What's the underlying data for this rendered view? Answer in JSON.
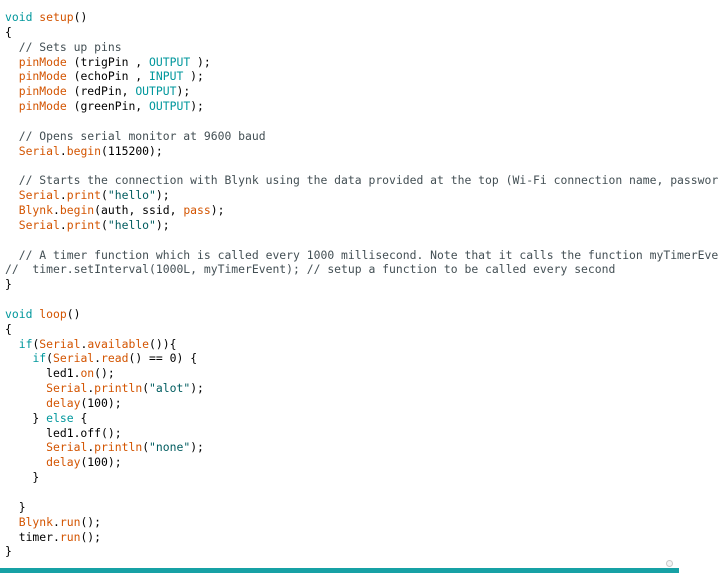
{
  "colors": {
    "keyword": "#00979C",
    "function": "#D35400",
    "constant": "#00979C",
    "string": "#005C5F",
    "comment": "#434F54",
    "plain": "#000000",
    "status_bar": "#17A1A5"
  },
  "code_lines": [
    [
      [
        "keyword",
        "void"
      ],
      [
        "plain",
        " "
      ],
      [
        "function",
        "setup"
      ],
      [
        "plain",
        "()"
      ]
    ],
    [
      [
        "plain",
        "{"
      ]
    ],
    [
      [
        "comment",
        "  // Sets up pins"
      ]
    ],
    [
      [
        "plain",
        "  "
      ],
      [
        "function",
        "pinMode"
      ],
      [
        "plain",
        " (trigPin , "
      ],
      [
        "constant",
        "OUTPUT"
      ],
      [
        "plain",
        " );"
      ]
    ],
    [
      [
        "plain",
        "  "
      ],
      [
        "function",
        "pinMode"
      ],
      [
        "plain",
        " (echoPin , "
      ],
      [
        "constant",
        "INPUT"
      ],
      [
        "plain",
        " );"
      ]
    ],
    [
      [
        "plain",
        "  "
      ],
      [
        "function",
        "pinMode"
      ],
      [
        "plain",
        " (redPin, "
      ],
      [
        "constant",
        "OUTPUT"
      ],
      [
        "plain",
        ");"
      ]
    ],
    [
      [
        "plain",
        "  "
      ],
      [
        "function",
        "pinMode"
      ],
      [
        "plain",
        " (greenPin, "
      ],
      [
        "constant",
        "OUTPUT"
      ],
      [
        "plain",
        ");"
      ]
    ],
    [],
    [
      [
        "comment",
        "  // Opens serial monitor at 9600 baud"
      ]
    ],
    [
      [
        "plain",
        "  "
      ],
      [
        "function",
        "Serial"
      ],
      [
        "plain",
        "."
      ],
      [
        "function",
        "begin"
      ],
      [
        "plain",
        "(115200);"
      ]
    ],
    [],
    [
      [
        "comment",
        "  // Starts the connection with Blynk using the data provided at the top (Wi-Fi connection name, passwor"
      ]
    ],
    [
      [
        "plain",
        "  "
      ],
      [
        "function",
        "Serial"
      ],
      [
        "plain",
        "."
      ],
      [
        "function",
        "print"
      ],
      [
        "plain",
        "("
      ],
      [
        "string",
        "\"hello\""
      ],
      [
        "plain",
        ");"
      ]
    ],
    [
      [
        "plain",
        "  "
      ],
      [
        "function",
        "Blynk"
      ],
      [
        "plain",
        "."
      ],
      [
        "function",
        "begin"
      ],
      [
        "plain",
        "(auth, ssid, "
      ],
      [
        "function",
        "pass"
      ],
      [
        "plain",
        ");"
      ]
    ],
    [
      [
        "plain",
        "  "
      ],
      [
        "function",
        "Serial"
      ],
      [
        "plain",
        "."
      ],
      [
        "function",
        "print"
      ],
      [
        "plain",
        "("
      ],
      [
        "string",
        "\"hello\""
      ],
      [
        "plain",
        ");"
      ]
    ],
    [],
    [
      [
        "comment",
        "  // A timer function which is called every 1000 millisecond. Note that it calls the function myTimerEve"
      ]
    ],
    [
      [
        "comment",
        "//  timer.setInterval(1000L, myTimerEvent); // setup a function to be called every second"
      ]
    ],
    [
      [
        "plain",
        "}"
      ]
    ],
    [],
    [
      [
        "keyword",
        "void"
      ],
      [
        "plain",
        " "
      ],
      [
        "function",
        "loop"
      ],
      [
        "plain",
        "()"
      ]
    ],
    [
      [
        "plain",
        "{"
      ]
    ],
    [
      [
        "plain",
        "  "
      ],
      [
        "keyword",
        "if"
      ],
      [
        "plain",
        "("
      ],
      [
        "function",
        "Serial"
      ],
      [
        "plain",
        "."
      ],
      [
        "function",
        "available"
      ],
      [
        "plain",
        "()){"
      ]
    ],
    [
      [
        "plain",
        "    "
      ],
      [
        "keyword",
        "if"
      ],
      [
        "plain",
        "("
      ],
      [
        "function",
        "Serial"
      ],
      [
        "plain",
        "."
      ],
      [
        "function",
        "read"
      ],
      [
        "plain",
        "() == 0) {"
      ]
    ],
    [
      [
        "plain",
        "      led1."
      ],
      [
        "function",
        "on"
      ],
      [
        "plain",
        "();"
      ]
    ],
    [
      [
        "plain",
        "      "
      ],
      [
        "function",
        "Serial"
      ],
      [
        "plain",
        "."
      ],
      [
        "function",
        "println"
      ],
      [
        "plain",
        "("
      ],
      [
        "string",
        "\"alot\""
      ],
      [
        "plain",
        ");"
      ]
    ],
    [
      [
        "plain",
        "      "
      ],
      [
        "function",
        "delay"
      ],
      [
        "plain",
        "(100);"
      ]
    ],
    [
      [
        "plain",
        "    } "
      ],
      [
        "keyword",
        "else"
      ],
      [
        "plain",
        " {"
      ]
    ],
    [
      [
        "plain",
        "      led1.off();"
      ]
    ],
    [
      [
        "plain",
        "      "
      ],
      [
        "function",
        "Serial"
      ],
      [
        "plain",
        "."
      ],
      [
        "function",
        "println"
      ],
      [
        "plain",
        "("
      ],
      [
        "string",
        "\"none\""
      ],
      [
        "plain",
        ");"
      ]
    ],
    [
      [
        "plain",
        "      "
      ],
      [
        "function",
        "delay"
      ],
      [
        "plain",
        "(100);"
      ]
    ],
    [
      [
        "plain",
        "    }"
      ]
    ],
    [],
    [
      [
        "plain",
        "  }"
      ]
    ],
    [
      [
        "plain",
        "  "
      ],
      [
        "function",
        "Blynk"
      ],
      [
        "plain",
        "."
      ],
      [
        "function",
        "run"
      ],
      [
        "plain",
        "();"
      ]
    ],
    [
      [
        "plain",
        "  timer."
      ],
      [
        "function",
        "run"
      ],
      [
        "plain",
        "();"
      ]
    ],
    [
      [
        "plain",
        "}"
      ]
    ]
  ]
}
